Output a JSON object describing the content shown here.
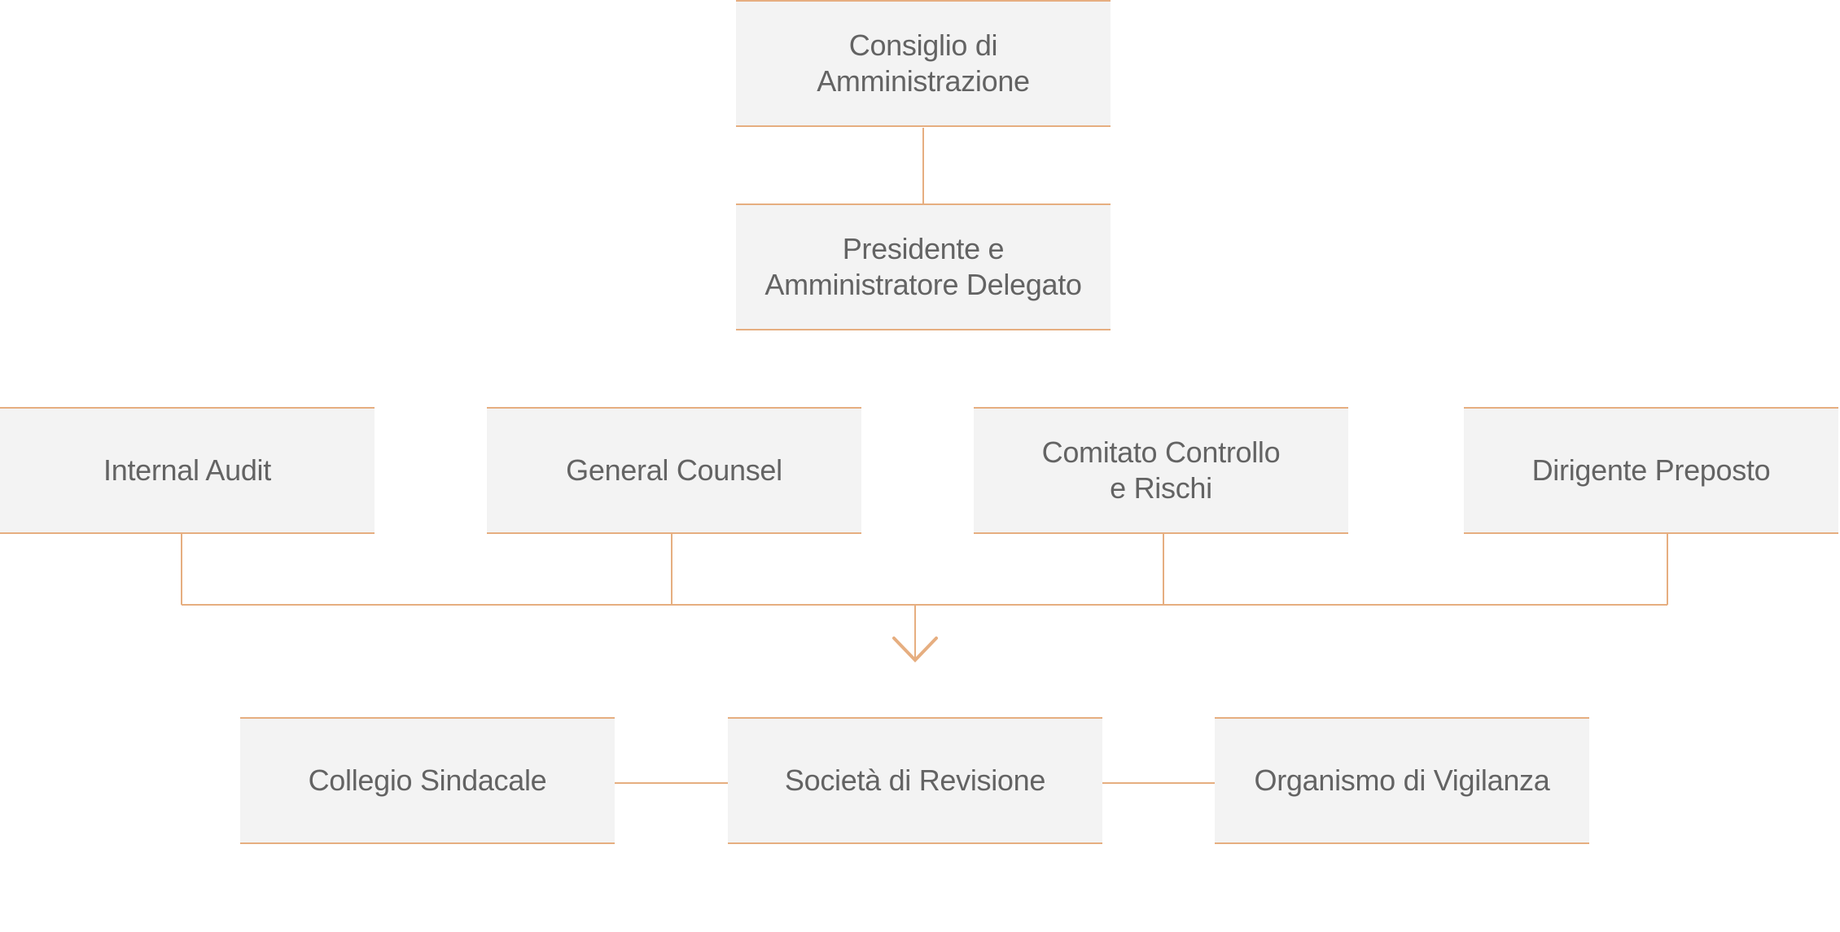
{
  "diagram": {
    "accent_color": "#e6ae80",
    "box_fill": "#f3f3f3",
    "text_color": "#636363",
    "nodes": {
      "consiglio": "Consiglio di\nAmministrazione",
      "presidente": "Presidente e\nAmministratore Delegato",
      "internal_audit": "Internal Audit",
      "general_counsel": "General Counsel",
      "comitato": "Comitato Controllo\ne Rischi",
      "dirigente": "Dirigente Preposto",
      "collegio": "Collegio Sindacale",
      "societa": "Società di Revisione",
      "organismo": "Organismo di Vigilanza"
    },
    "arrow_icon": "chevron-down-icon"
  }
}
